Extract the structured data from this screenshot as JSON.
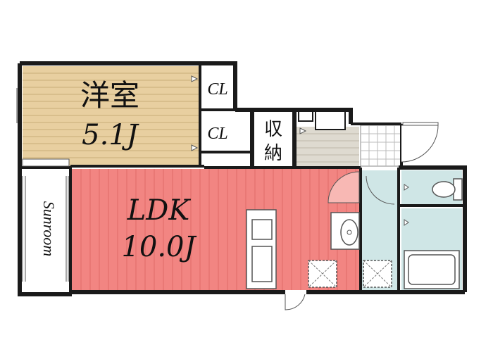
{
  "rooms": {
    "western": {
      "name": "洋室",
      "size": "5.1J"
    },
    "closet_upper": {
      "label": "CL"
    },
    "closet_lower": {
      "label": "CL"
    },
    "storage": {
      "char1": "収",
      "char2": "納"
    },
    "ldk": {
      "name": "LDK",
      "size": "10.0J"
    },
    "sunroom": {
      "label": "Sunroom"
    }
  },
  "colors": {
    "western_floor": "#e8cfa0",
    "ldk_floor": "#f28582",
    "wet_area": "#cfe6e6",
    "storage_floor": "#dedad0",
    "wall": "#1a1a1a",
    "line": "#555555"
  }
}
